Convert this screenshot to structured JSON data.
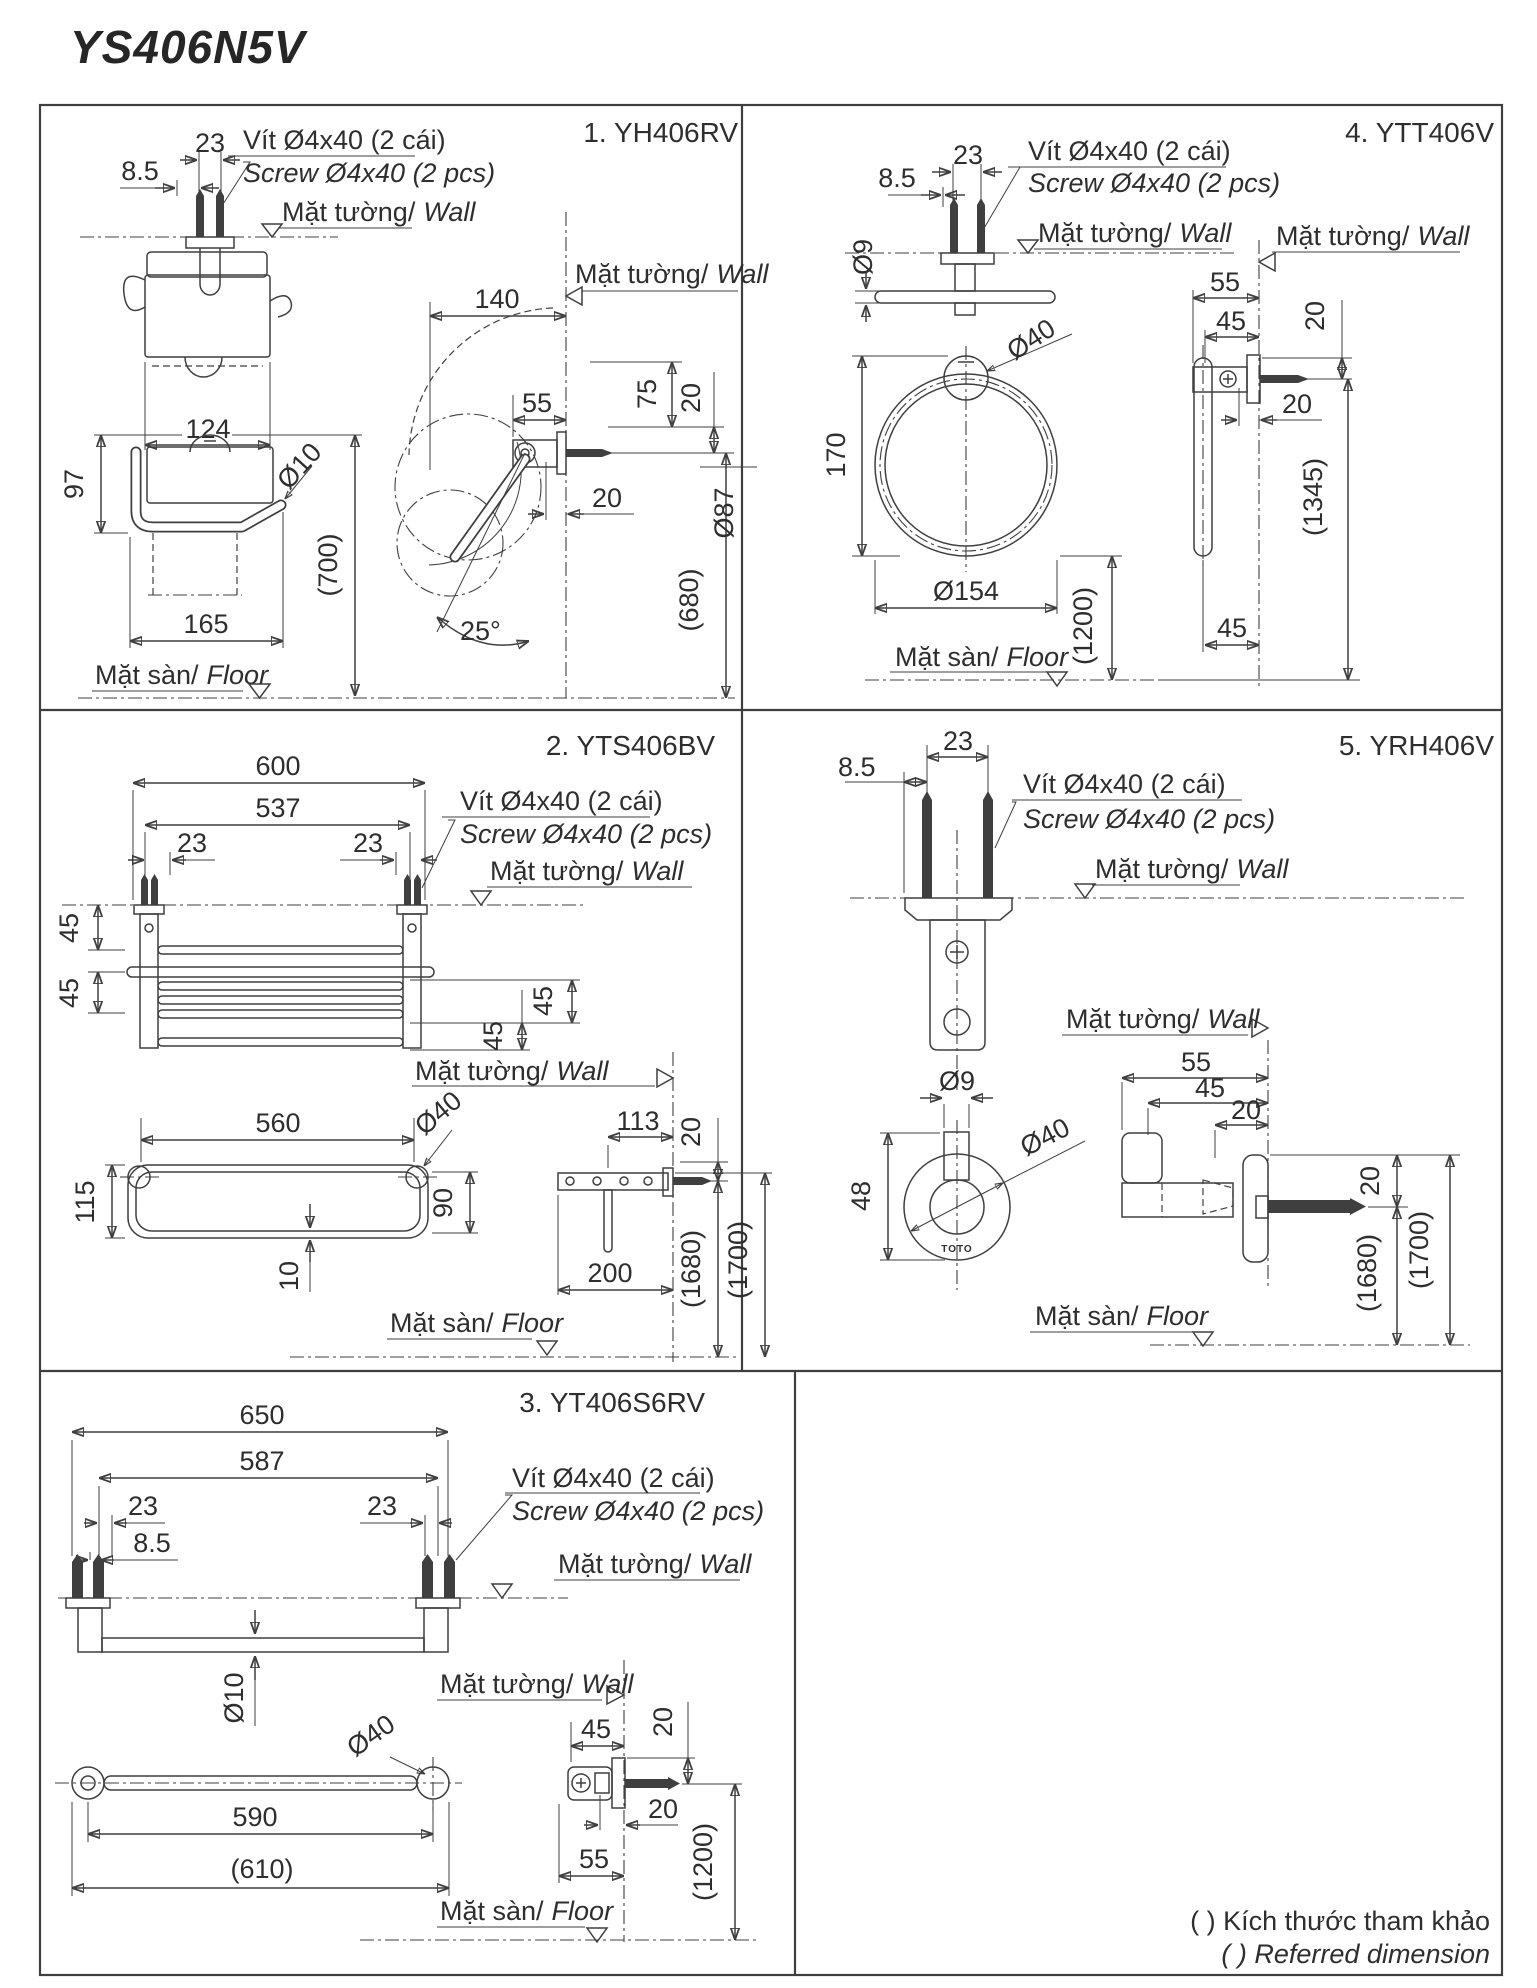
{
  "doc": {
    "title": "YS406N5V",
    "footnote_vi": "( ) Kích thước tham khảo",
    "footnote_en": "( ) Referred dimension"
  },
  "labels": {
    "screw_vi": "Vít Ø4x40 (2 cái)",
    "screw_en": "Screw Ø4x40 (2 pcs)",
    "wall_vi": "Mặt tường/",
    "wall_en": "Wall",
    "floor_vi": "Mặt sàn/",
    "floor_en": "Floor",
    "brand": "TOTO"
  },
  "panels": {
    "p1": {
      "title": "1. YH406RV",
      "dims": {
        "s23": "23",
        "s85": "8.5",
        "w124": "124",
        "h97": "97",
        "d10": "Ø10",
        "w165": "165",
        "h700": "(700)",
        "w140": "140",
        "w55": "55",
        "h75": "75",
        "v20": "20",
        "h20": "20",
        "d87": "Ø87",
        "h680": "(680)",
        "a25": "25°"
      }
    },
    "p2": {
      "title": "2. YTS406BV",
      "dims": {
        "w600": "600",
        "w537": "537",
        "s23l": "23",
        "s23r": "23",
        "v45a": "45",
        "v45b": "45",
        "v45c": "45",
        "v45d": "45",
        "w560": "560",
        "h115": "115",
        "d40": "Ø40",
        "h90": "90",
        "t10": "10",
        "w113": "113",
        "v20": "20",
        "w200": "200",
        "h1680": "(1680)",
        "h1700": "(1700)"
      }
    },
    "p3": {
      "title": "3. YT406S6RV",
      "dims": {
        "w650": "650",
        "w587": "587",
        "s23l": "23",
        "s23r": "23",
        "s85": "8.5",
        "d10": "Ø10",
        "d40": "Ø40",
        "w590": "590",
        "w610": "(610)",
        "w45": "45",
        "v20": "20",
        "h20": "20",
        "w55": "55",
        "h1200": "(1200)"
      }
    },
    "p4": {
      "title": "4. YTT406V",
      "dims": {
        "s23": "23",
        "s85": "8.5",
        "d9": "Ø9",
        "h170": "170",
        "d40": "Ø40",
        "d154": "Ø154",
        "h1200": "(1200)",
        "w55": "55",
        "w45": "45",
        "v20": "20",
        "h20": "20",
        "b45": "45",
        "h1345": "(1345)"
      }
    },
    "p5": {
      "title": "5. YRH406V",
      "dims": {
        "s23": "23",
        "s85": "8.5",
        "d9": "Ø9",
        "h48": "48",
        "d40": "Ø40",
        "w55": "55",
        "w45": "45",
        "h20": "20",
        "v20": "20",
        "h1680": "(1680)",
        "h1700": "(1700)"
      }
    }
  }
}
